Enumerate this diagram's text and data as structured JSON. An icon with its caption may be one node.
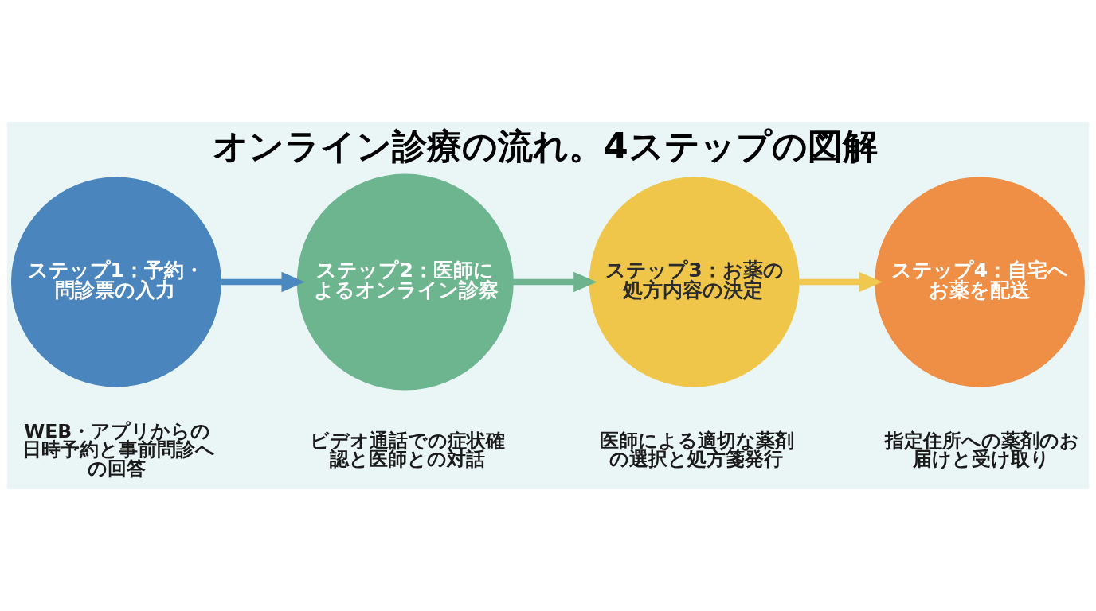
{
  "diagram": {
    "title": "オンライン診療の流れ。4ステップの図解",
    "nodes": [
      {
        "text": [
          "ステップ1：予約・問診票の入力"
        ],
        "beside": [
          "WEB・アプリからの日時予約と事前問診への回答"
        ]
      },
      {
        "text": [
          "ステップ2：医師によるオンライン診察"
        ],
        "beside": [
          "ビデオ通話での症状確認と医師との対話"
        ]
      },
      {
        "text": [
          "ステップ3：お薬の処方内容の決定"
        ],
        "beside": [
          "医師による適切な薬剤の選択と処方箋発行"
        ]
      },
      {
        "text": [
          "ステップ4：自宅へお薬を配送"
        ],
        "beside": [
          "指定住所への薬剤のお届けと受け取り"
        ]
      }
    ],
    "edges": [
      {
        "from": 0,
        "to": 1,
        "arrow": "to",
        "color": "#4a88c0"
      },
      {
        "from": 1,
        "to": 2,
        "arrow": "to",
        "color": "#6cb38e"
      },
      {
        "from": 2,
        "to": 3,
        "arrow": "to",
        "color": "#f0c84f"
      }
    ]
  }
}
